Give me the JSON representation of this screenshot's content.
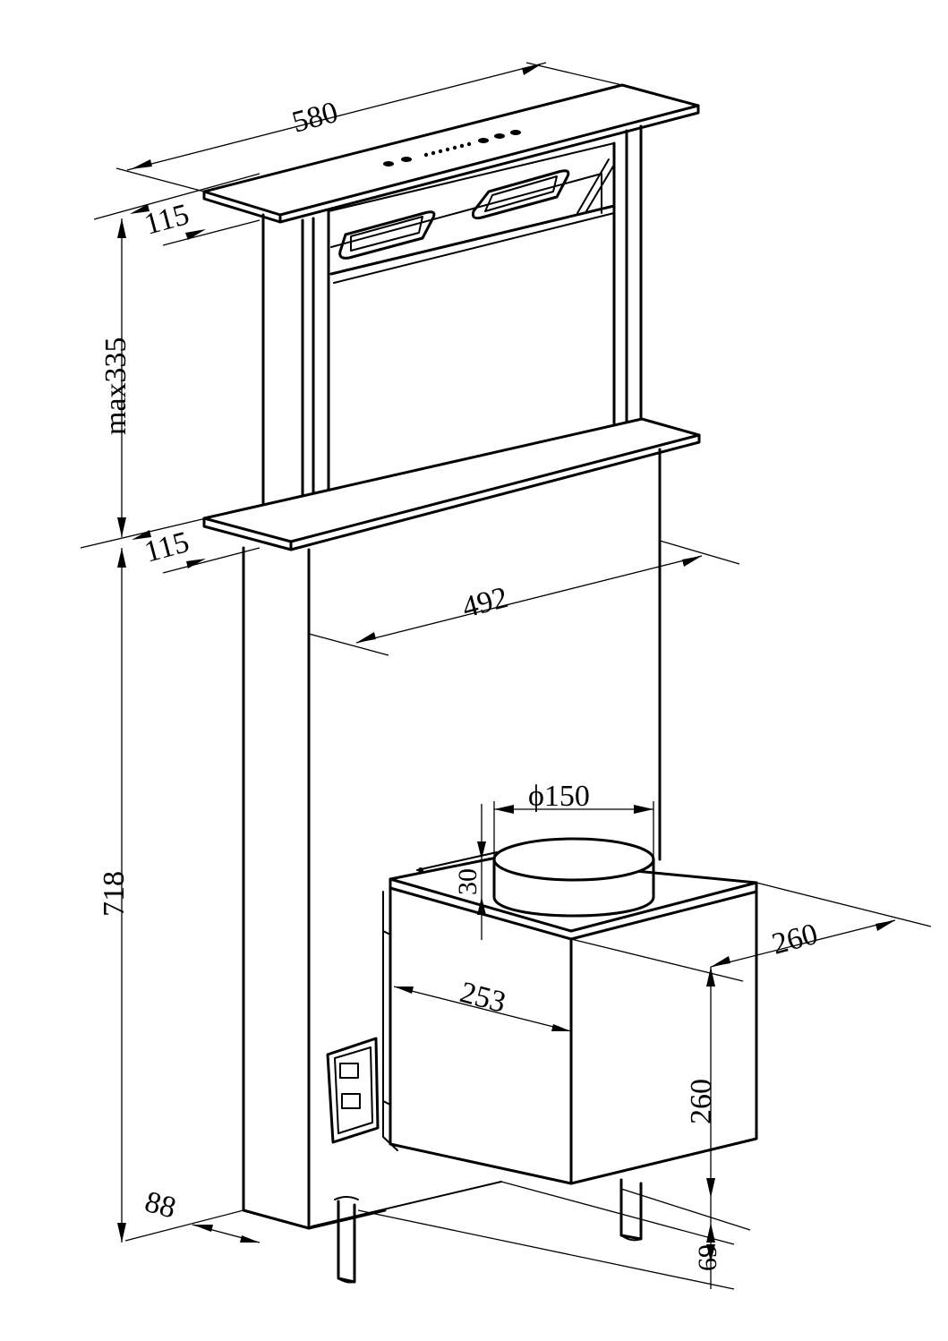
{
  "dimensions": {
    "top_width": "580",
    "top_depth": "115",
    "lift_height": "max335",
    "mid_depth": "115",
    "body_width": "492",
    "duct_diameter": "ϕ150",
    "collar_height": "30",
    "motor_depth": "260",
    "motor_width": "253",
    "motor_height": "260",
    "total_height": "718",
    "base_depth": "88",
    "leg_height": "69"
  }
}
